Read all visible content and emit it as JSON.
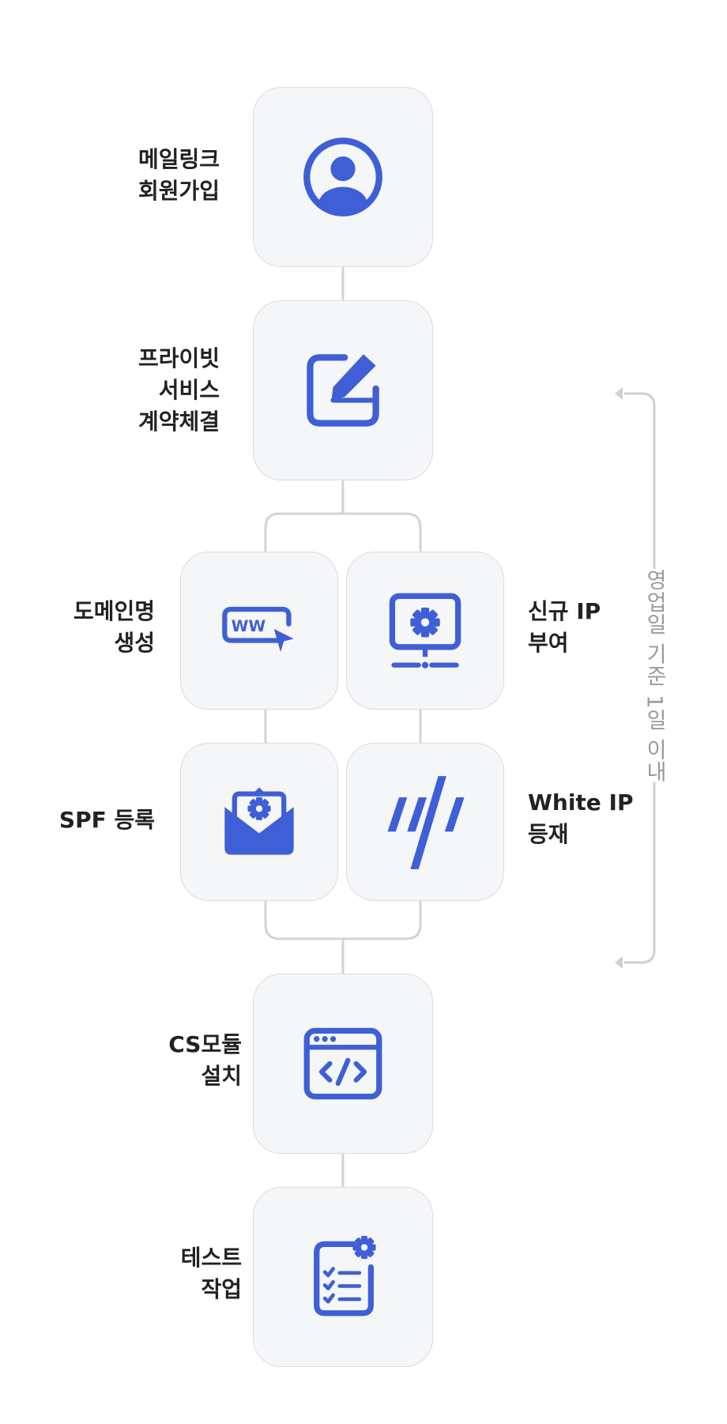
{
  "steps": {
    "signup": {
      "line1": "메일링크",
      "line2": "회원가입",
      "icon": "user-circle-icon"
    },
    "contract": {
      "line1": "프라이빗",
      "line2": "서비스",
      "line3": "계약체결",
      "icon": "edit-square-icon"
    },
    "domain": {
      "line1": "도메인명",
      "line2": "생성",
      "icon": "www-cursor-icon"
    },
    "new_ip": {
      "line1": "신규 IP",
      "line2": "부여",
      "icon": "monitor-gear-icon"
    },
    "spf": {
      "line1": "SPF 등록",
      "icon": "envelope-gear-icon"
    },
    "white_ip": {
      "line1": "White IP",
      "line2": "등재",
      "icon": "slash-stripes-icon"
    },
    "cs_module": {
      "line1": "CS모듈",
      "line2": "설치",
      "icon": "browser-code-icon"
    },
    "test": {
      "line1": "테스트",
      "line2": "작업",
      "icon": "checklist-gear-icon"
    }
  },
  "timeframe_label": "영업일 기준 1일 이내",
  "colors": {
    "accent": "#3f5fd6",
    "box_bg": "#f5f6f8",
    "box_border": "#d9dce3",
    "line": "#d3d3d3",
    "side_text": "#9a9a9a"
  }
}
